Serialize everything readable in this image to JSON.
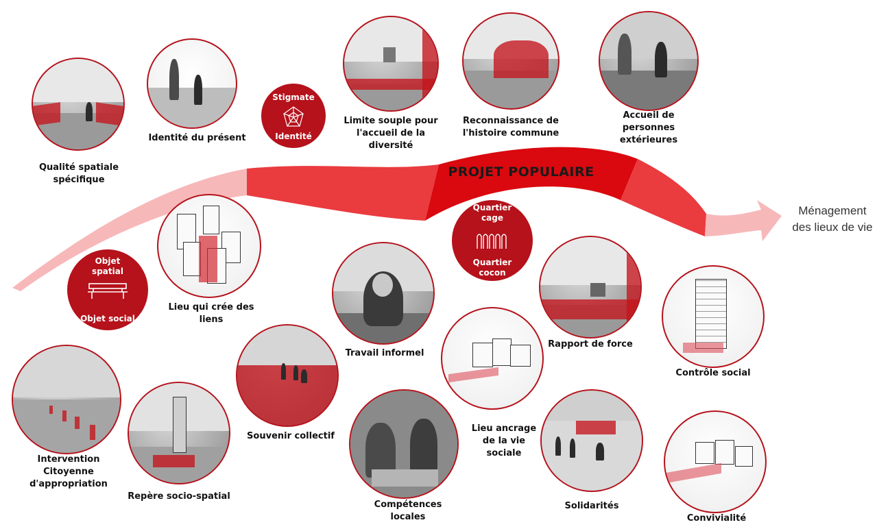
{
  "ribbon": {
    "title": "PROJET POPULAIRE",
    "end_label": "Ménagement\ndes lieux de vie",
    "colors": {
      "light": "#f7b8b9",
      "medium": "#ea3b3f",
      "strong": "#d9090f"
    }
  },
  "badges": {
    "stigmate": {
      "top": "Stigmate",
      "bottom": "Identité",
      "icon": "spiderweb-icon"
    },
    "quartier": {
      "top": "Quartier\ncage",
      "bottom": "Quartier\ncocon",
      "icon": "cage-bars-icon"
    },
    "objet": {
      "top": "Objet\nspatial",
      "bottom": "Objet social",
      "icon": "bench-icon"
    }
  },
  "circles": {
    "qualite": "Qualité spatiale\nspécifique",
    "identite": "Identité du présent",
    "limite": "Limite souple pour\nl'accueil de la\ndiversité",
    "reconnaissance": "Reconnaissance de\nl'histoire commune",
    "accueil": "Accueil de\npersonnes\nextérieures",
    "lieu_liens": "Lieu qui crée des\nliens",
    "travail": "Travail informel",
    "rapport": "Rapport de force",
    "controle": "Contrôle social",
    "intervention": "Intervention\nCitoyenne\nd'appropriation",
    "repere": "Repère socio-spatial",
    "souvenir": "Souvenir collectif",
    "competences": "Compétences\nlocales",
    "ancrage": "Lieu ancrage\nde la vie\nsociale",
    "solidarites": "Solidarités",
    "convivialite": "Convivialité"
  },
  "accent_color": "#b5121b"
}
